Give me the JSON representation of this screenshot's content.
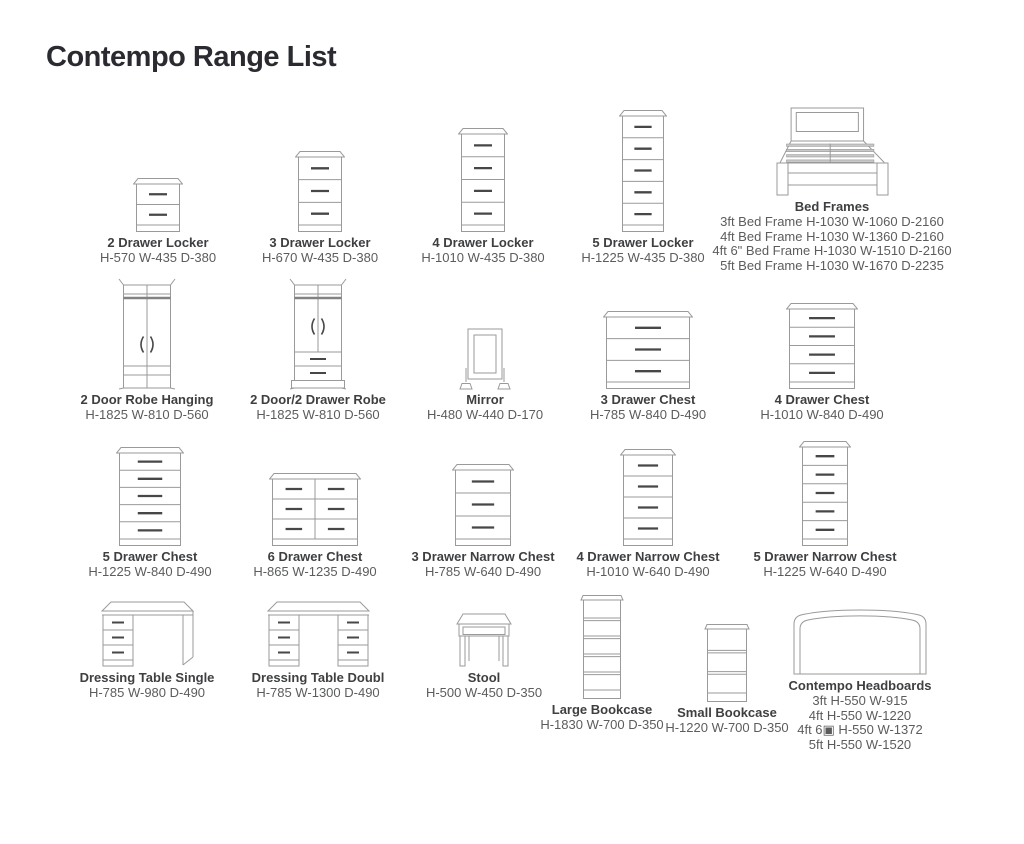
{
  "page": {
    "title": "Contempo Range List"
  },
  "colors": {
    "line": "#9a9a9a",
    "handle": "#474747",
    "title": "#2a2b30",
    "name": "#3e3f41",
    "dims": "#5b5c5e"
  },
  "items": [
    {
      "name": "2 Drawer Locker",
      "dims": "H-570 W-435 D-380"
    },
    {
      "name": "3 Drawer Locker",
      "dims": "H-670 W-435 D-380"
    },
    {
      "name": "4 Drawer Locker",
      "dims": "H-1010 W-435 D-380"
    },
    {
      "name": "5 Drawer Locker",
      "dims": "H-1225 W-435 D-380"
    },
    {
      "name": "Bed Frames",
      "lines": [
        "3ft Bed Frame H-1030 W-1060 D-2160",
        "4ft Bed Frame H-1030 W-1360 D-2160",
        "4ft 6\" Bed Frame H-1030 W-1510 D-2160",
        "5ft Bed Frame H-1030 W-1670 D-2235"
      ]
    },
    {
      "name": "2 Door Robe Hanging",
      "dims": "H-1825 W-810 D-560"
    },
    {
      "name": "2 Door/2 Drawer Robe",
      "dims": "H-1825 W-810 D-560"
    },
    {
      "name": "Mirror",
      "dims": "H-480 W-440 D-170"
    },
    {
      "name": "3 Drawer Chest",
      "dims": "H-785 W-840 D-490"
    },
    {
      "name": "4 Drawer Chest",
      "dims": "H-1010 W-840 D-490"
    },
    {
      "name": "5 Drawer Chest",
      "dims": "H-1225 W-840 D-490"
    },
    {
      "name": "6 Drawer Chest",
      "dims": "H-865 W-1235 D-490"
    },
    {
      "name": "3 Drawer Narrow Chest",
      "dims": "H-785 W-640 D-490"
    },
    {
      "name": "4 Drawer Narrow Chest",
      "dims": "H-1010 W-640 D-490"
    },
    {
      "name": "5 Drawer Narrow Chest",
      "dims": "H-1225 W-640 D-490"
    },
    {
      "name": "Dressing Table Single",
      "dims": "H-785 W-980 D-490"
    },
    {
      "name": "Dressing Table Doubl",
      "dims": "H-785 W-1300 D-490"
    },
    {
      "name": "Stool",
      "dims": "H-500 W-450 D-350"
    },
    {
      "name": "Large Bookcase",
      "dims": "H-1830 W-700 D-350"
    },
    {
      "name": "Small Bookcase",
      "dims": "H-1220 W-700 D-350"
    },
    {
      "name": "Contempo Headboards",
      "lines": [
        "3ft H-550 W-915",
        "4ft H-550 W-1220",
        "4ft 6▣ H-550 W-1372",
        "5ft H-550 W-1520"
      ]
    }
  ]
}
